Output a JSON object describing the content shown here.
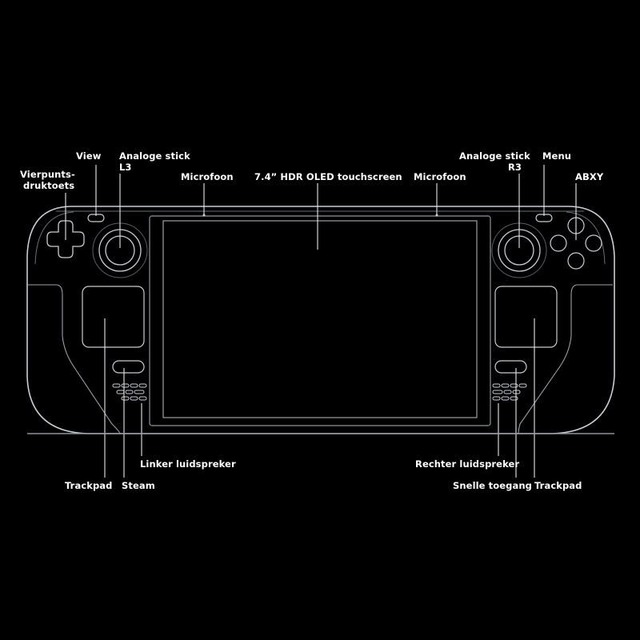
{
  "diagram": {
    "subject": "handheld-console-outline",
    "colors": {
      "background": "#000000",
      "outline": "#c9cdd6",
      "outline_dim": "#6a6e78",
      "leader_line": "#e6e8ec",
      "label_text": "#ffffff"
    },
    "labels": {
      "dpad": {
        "line1": "Vierpunts-",
        "line2": "druktoets"
      },
      "view": {
        "text": "View"
      },
      "left_stick": {
        "line1": "Analoge stick",
        "line2": "L3"
      },
      "left_mic": {
        "text": "Microfoon"
      },
      "screen": {
        "text": "7.4” HDR OLED touchscreen"
      },
      "right_mic": {
        "text": "Microfoon"
      },
      "right_stick": {
        "line1": "Analoge stick",
        "line2": "R3"
      },
      "menu": {
        "text": "Menu"
      },
      "abxy": {
        "text": "ABXY"
      },
      "left_speaker": {
        "text": "Linker luidspreker"
      },
      "left_trackpad": {
        "text": "Trackpad"
      },
      "steam": {
        "text": "Steam"
      },
      "right_speaker": {
        "text": "Rechter luidspreker"
      },
      "quick_access": {
        "text": "Snelle toegang"
      },
      "right_trackpad": {
        "text": "Trackpad"
      }
    }
  }
}
